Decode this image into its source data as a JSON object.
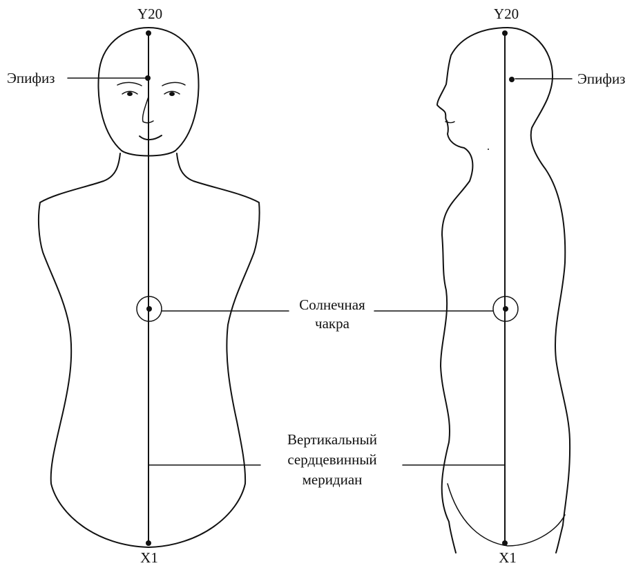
{
  "labels": {
    "front_top": "Y20",
    "front_bottom": "X1",
    "side_top": "Y20",
    "side_bottom": "X1",
    "front_pineal": "Эпифиз",
    "side_pineal": "Эпифиз",
    "solar_line1": "Солнечная",
    "solar_line2": "чакра",
    "meridian_line1": "Вертикальный",
    "meridian_line2": "сердцевинный",
    "meridian_line3": "меридиан"
  },
  "colors": {
    "ink": "#111111",
    "background": "#ffffff"
  }
}
